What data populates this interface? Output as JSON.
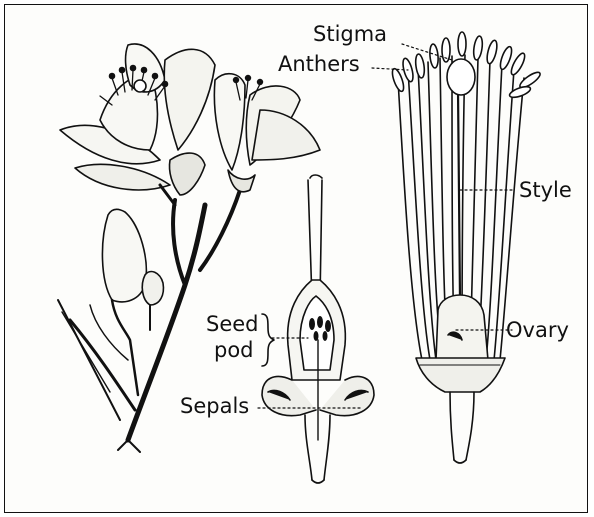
{
  "labels": {
    "stigma": "Stigma",
    "anthers": "Anthers",
    "style": "Style",
    "ovary": "Ovary",
    "seed_pod_line1": "Seed",
    "seed_pod_line2": "pod",
    "sepals": "Sepals"
  },
  "ink_color": "#111111",
  "paper_color": "#fdfdfb"
}
